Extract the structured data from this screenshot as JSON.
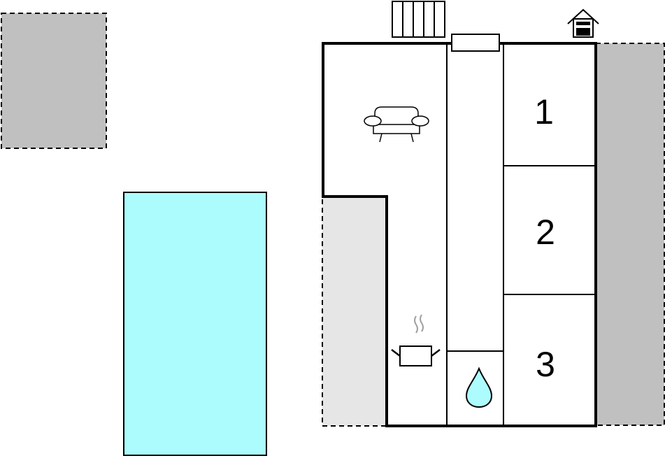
{
  "colors": {
    "wall": "#000000",
    "outdoor_gray": "#c0c0c0",
    "terrace_gray": "#e6e6e6",
    "pool": "#adfcfd",
    "water_drop": "#adfcfd",
    "steam": "#a0a0a0",
    "background": "#ffffff"
  },
  "rooms": [
    {
      "number": "1"
    },
    {
      "number": "2"
    },
    {
      "number": "3"
    }
  ],
  "icons": {
    "living_room": "sofa-icon",
    "kitchen": "cooking-pot-icon",
    "bathroom": "water-drop-icon",
    "heating": "radiator-icon",
    "fireplace": "fireplace-icon",
    "window": "window-icon"
  }
}
